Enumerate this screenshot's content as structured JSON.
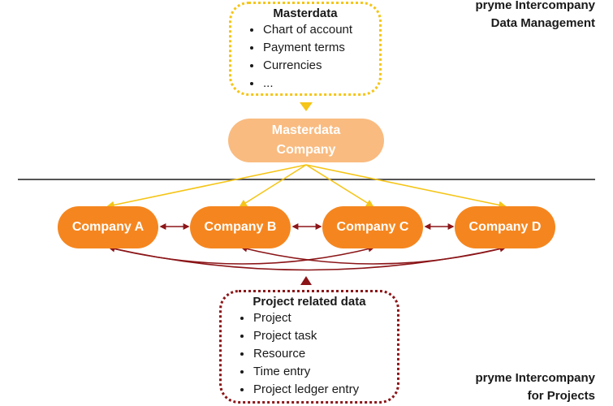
{
  "masterdata_box": {
    "title": "Masterdata",
    "items": [
      "Chart of account",
      "Payment terms",
      "Currencies",
      "..."
    ]
  },
  "masterdata_company": {
    "line1": "Masterdata",
    "line2": "Company"
  },
  "companies": [
    "Company A",
    "Company B",
    "Company C",
    "Company D"
  ],
  "project_box": {
    "title": "Project related data",
    "items": [
      "Project",
      "Project task",
      "Resource",
      "Time entry",
      "Project ledger entry"
    ]
  },
  "brand_top": {
    "line1": "pryme Intercompany",
    "line2": "Data Management"
  },
  "brand_bottom": {
    "line1": "pryme Intercompany",
    "line2": "for Projects"
  },
  "colors": {
    "company": "#f5861f",
    "masterdata_company": "#f9bb80",
    "masterdata_arrows": "#f5c518",
    "project_arrows": "#8b1518",
    "divider": "#555555"
  }
}
